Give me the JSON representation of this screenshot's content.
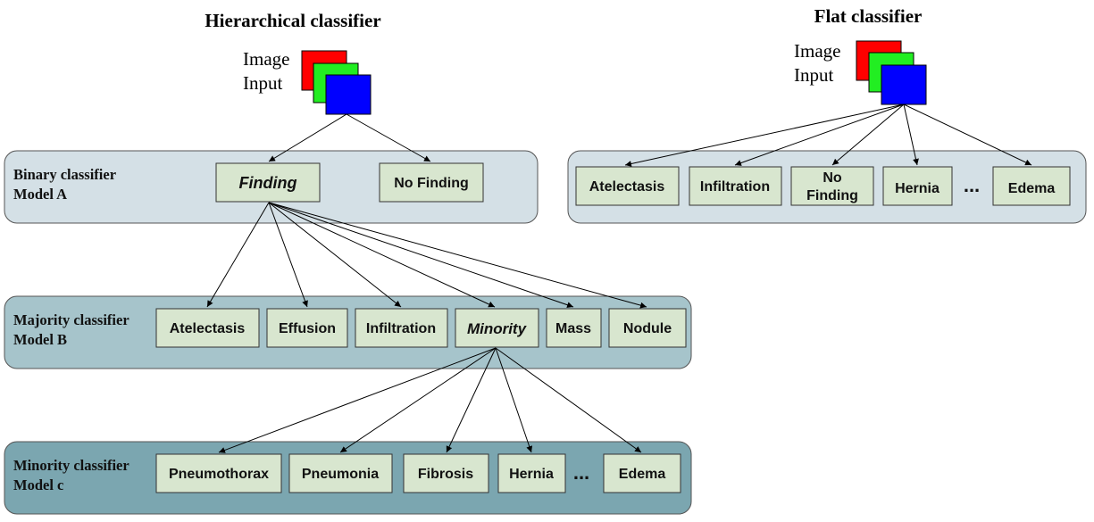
{
  "hierarchical": {
    "title": "Hierarchical classifier",
    "input_label_line1": "Image",
    "input_label_line2": "Input",
    "model_a": {
      "label_line1": "Binary classifier",
      "label_line2": "Model A",
      "nodes": [
        "Finding",
        "No Finding"
      ]
    },
    "model_b": {
      "label_line1": "Majority classifier",
      "label_line2": "Model B",
      "nodes": [
        "Atelectasis",
        "Effusion",
        "Infiltration",
        "Minority",
        "Mass",
        "Nodule"
      ]
    },
    "model_c": {
      "label_line1": "Minority classifier",
      "label_line2": "Model c",
      "nodes": [
        "Pneumothorax",
        "Pneumonia",
        "Fibrosis",
        "Hernia",
        "Edema"
      ],
      "ellipsis": "..."
    }
  },
  "flat": {
    "title": "Flat classifier",
    "input_label_line1": "Image",
    "input_label_line2": "Input",
    "nodes": [
      "Atelectasis",
      "Infiltration",
      "No",
      "Finding",
      "Hernia",
      "Edema"
    ],
    "ellipsis": "..."
  },
  "colors": {
    "channel_red": "#ff0000",
    "channel_green": "#22ee22",
    "channel_blue": "#0000ff",
    "panel_a": "#d4e0e6",
    "panel_b": "#a6c4cb",
    "panel_c": "#7ba6b0",
    "panel_flat": "#d4e0e6",
    "node_fill": "#d8e6cf"
  }
}
